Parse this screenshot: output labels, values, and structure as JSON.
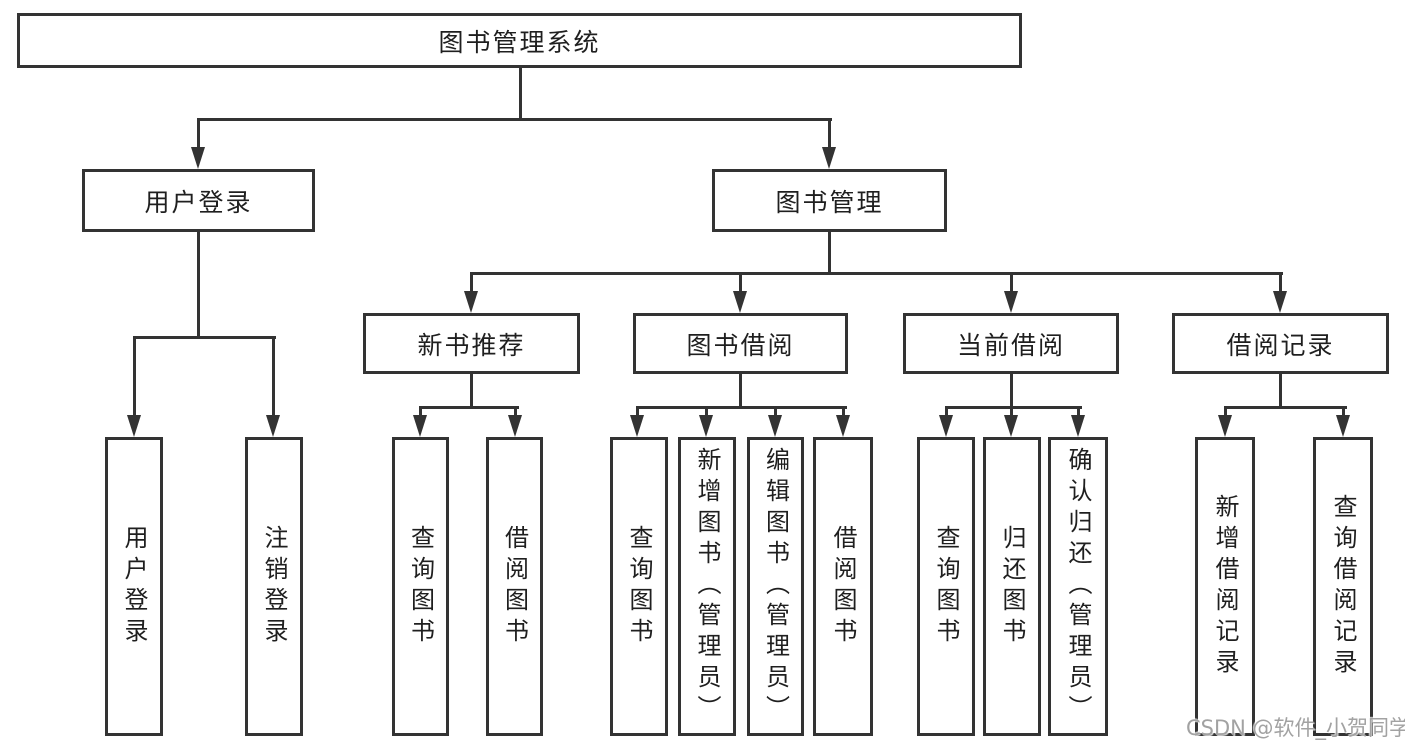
{
  "nodes": {
    "root": "图书管理系统",
    "user_login": "用户登录",
    "book_mgmt": "图书管理",
    "new_book_rec": "新书推荐",
    "book_borrow": "图书借阅",
    "current_borrow": "当前借阅",
    "borrow_records": "借阅记录",
    "ul_user_login": "用户登录",
    "ul_logout": "注销登录",
    "nb_query": "查询图书",
    "nb_borrow": "借阅图书",
    "bb_query": "查询图书",
    "bb_add": "新增图书（管理员）",
    "bb_edit": "编辑图书（管理员）",
    "bb_borrow": "借阅图书",
    "cb_query": "查询图书",
    "cb_return": "归还图书",
    "cb_confirm": "确认归还（管理员）",
    "br_add": "新增借阅记录",
    "br_query": "查询借阅记录"
  },
  "watermark": "CSDN @软件_小贺同学",
  "colors": {
    "line": "#333333",
    "text": "#1f1f1f",
    "watermark": "#a2a2a2",
    "background": "#ffffff"
  }
}
